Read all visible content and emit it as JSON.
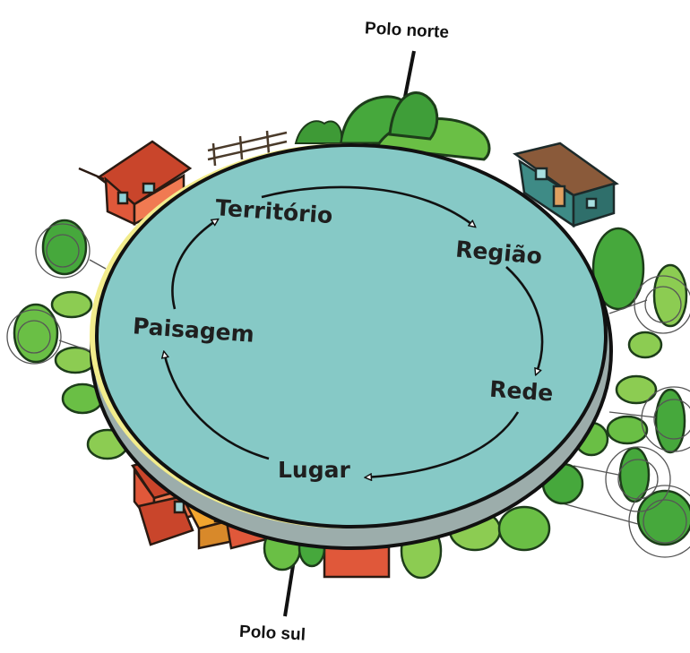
{
  "poles": {
    "north": "Polo norte",
    "south": "Polo sul"
  },
  "concepts": [
    "Território",
    "Região",
    "Rede",
    "Lugar",
    "Paisagem"
  ],
  "colors": {
    "planet_top": "#86c9c6",
    "planet_rim": "#f2ec8c",
    "planet_base": "#9cadab",
    "tree": "#46a83c",
    "tree_light": "#8ccc52",
    "house_red": "#e0583a",
    "house_teal": "#3e8b86"
  }
}
